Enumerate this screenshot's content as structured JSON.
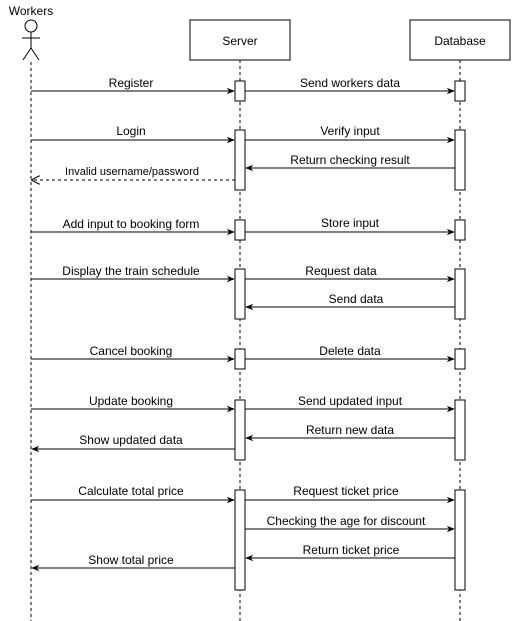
{
  "actors": {
    "workers": "Workers",
    "server": "Server",
    "database": "Database"
  },
  "messages": [
    {
      "from": "workers",
      "to": "server",
      "label": "Register",
      "kind": "sync"
    },
    {
      "from": "server",
      "to": "database",
      "label": "Send workers data",
      "kind": "sync"
    },
    {
      "from": "workers",
      "to": "server",
      "label": "Login",
      "kind": "sync"
    },
    {
      "from": "server",
      "to": "database",
      "label": "Verify input",
      "kind": "sync"
    },
    {
      "from": "database",
      "to": "server",
      "label": "Return checking result",
      "kind": "sync"
    },
    {
      "from": "server",
      "to": "workers",
      "label": "Invalid username/password",
      "kind": "return"
    },
    {
      "from": "workers",
      "to": "server",
      "label": "Add input to booking form",
      "kind": "sync"
    },
    {
      "from": "server",
      "to": "database",
      "label": "Store input",
      "kind": "sync"
    },
    {
      "from": "workers",
      "to": "server",
      "label": "Display the train schedule",
      "kind": "sync"
    },
    {
      "from": "server",
      "to": "database",
      "label": "Request data",
      "kind": "sync"
    },
    {
      "from": "database",
      "to": "server",
      "label": "Send data",
      "kind": "sync"
    },
    {
      "from": "workers",
      "to": "server",
      "label": "Cancel booking",
      "kind": "sync"
    },
    {
      "from": "server",
      "to": "database",
      "label": "Delete data",
      "kind": "sync"
    },
    {
      "from": "workers",
      "to": "server",
      "label": "Update booking",
      "kind": "sync"
    },
    {
      "from": "server",
      "to": "database",
      "label": "Send updated input",
      "kind": "sync"
    },
    {
      "from": "database",
      "to": "server",
      "label": "Return new data",
      "kind": "sync"
    },
    {
      "from": "server",
      "to": "workers",
      "label": "Show updated data",
      "kind": "sync"
    },
    {
      "from": "workers",
      "to": "server",
      "label": "Calculate total price",
      "kind": "sync"
    },
    {
      "from": "server",
      "to": "database",
      "label": "Request ticket price",
      "kind": "sync"
    },
    {
      "from": "server",
      "to": "database",
      "label": "Checking the age for discount",
      "kind": "sync"
    },
    {
      "from": "database",
      "to": "server",
      "label": "Return ticket price",
      "kind": "sync"
    },
    {
      "from": "server",
      "to": "workers",
      "label": "Show total price",
      "kind": "sync"
    }
  ]
}
